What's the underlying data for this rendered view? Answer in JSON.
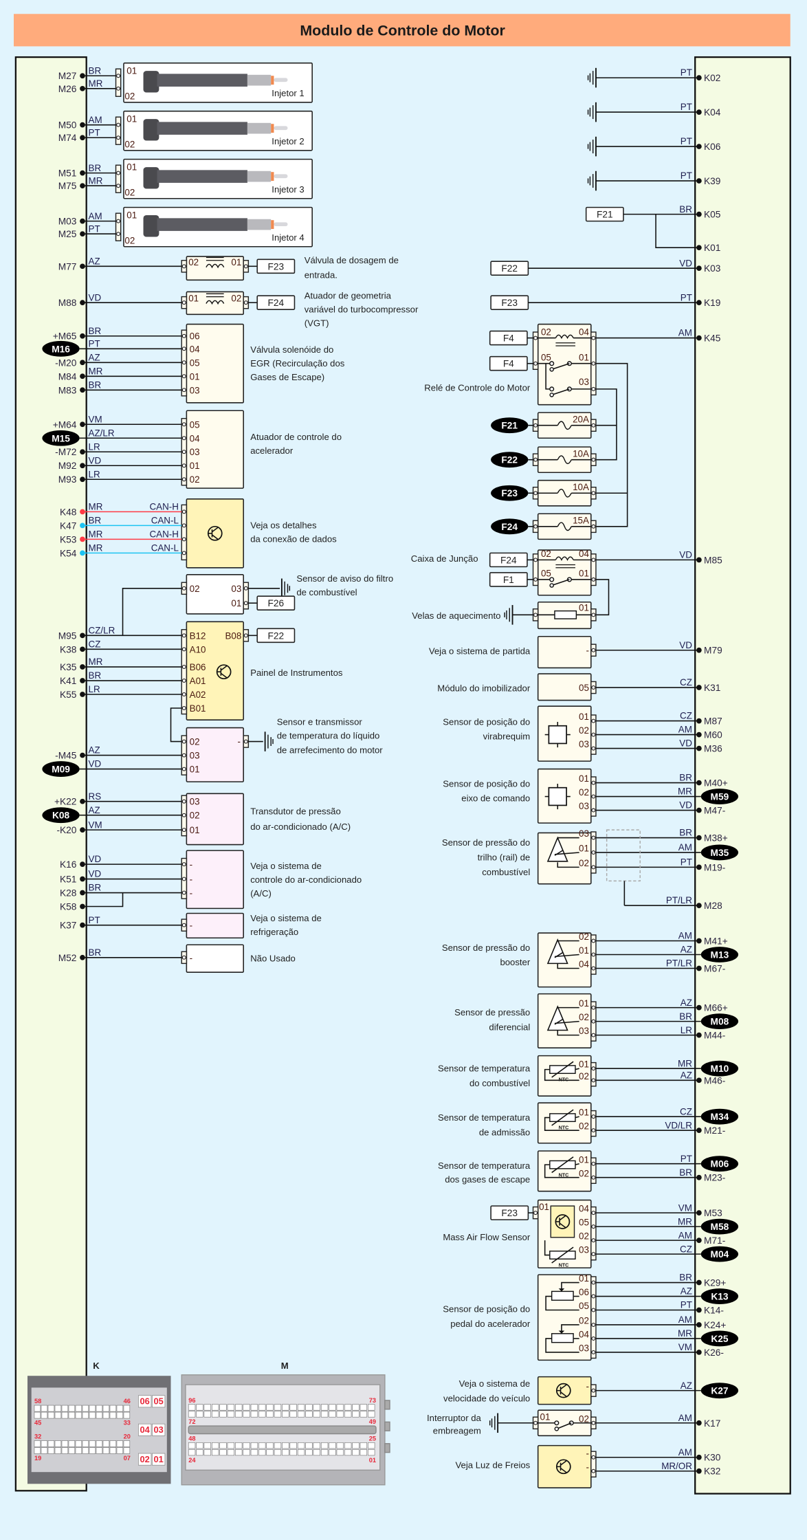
{
  "title": "Modulo de Controle do Motor",
  "colors": {
    "background": "#e1f4fd",
    "title_bar": "#ffab7c",
    "ecm_fill": "#f4fbe3",
    "box_cream": "#fffcee",
    "box_yellow": "#fff4b8",
    "box_pink": "#fdf0fa",
    "box_white": "#ffffff",
    "can_h": "#ff3b45",
    "can_l": "#1cc3f2",
    "wire": "#111111"
  },
  "left_components": [
    {
      "name": "injector-1",
      "label": [
        "Injetor 1"
      ],
      "pins": [
        {
          "ecm": "M27",
          "wire": "BR",
          "pin": "01"
        },
        {
          "ecm": "M26",
          "wire": "MR",
          "pin": "02"
        }
      ]
    },
    {
      "name": "injector-2",
      "label": [
        "Injetor 2"
      ],
      "pins": [
        {
          "ecm": "M50",
          "wire": "AM",
          "pin": "01"
        },
        {
          "ecm": "M74",
          "wire": "PT",
          "pin": "02"
        }
      ]
    },
    {
      "name": "injector-3",
      "label": [
        "Injetor 3"
      ],
      "pins": [
        {
          "ecm": "M51",
          "wire": "BR",
          "pin": "01"
        },
        {
          "ecm": "M75",
          "wire": "MR",
          "pin": "02"
        }
      ]
    },
    {
      "name": "injector-4",
      "label": [
        "Injetor 4"
      ],
      "pins": [
        {
          "ecm": "M03",
          "wire": "AM",
          "pin": "01"
        },
        {
          "ecm": "M25",
          "wire": "PT",
          "pin": "02"
        }
      ]
    },
    {
      "name": "metering-valve",
      "label": [
        "Válvula de dosagem de",
        "entrada."
      ],
      "pins": [
        {
          "ecm": "M77",
          "wire": "AZ",
          "pin": "02"
        }
      ],
      "right_pin": "01",
      "fuse": "F23"
    },
    {
      "name": "vgt-actuator",
      "label": [
        "Atuador de geometria",
        "variável do turbocompressor",
        "(VGT)"
      ],
      "pins": [
        {
          "ecm": "M88",
          "wire": "VD",
          "pin": "01"
        }
      ],
      "right_pin": "02",
      "fuse": "F24"
    },
    {
      "name": "egr-valve",
      "label": [
        "Válvula solenóide do",
        "EGR (Recirculação dos",
        "Gases de Escape)"
      ],
      "pins": [
        {
          "ecm": "+M65",
          "wire": "BR",
          "pin": "06"
        },
        {
          "ecm": "M16",
          "pill": true,
          "wire": "PT",
          "pin": "04"
        },
        {
          "ecm": "-M20",
          "wire": "AZ",
          "pin": "05"
        },
        {
          "ecm": "M84",
          "wire": "MR",
          "pin": "01"
        },
        {
          "ecm": "M83",
          "wire": "BR",
          "pin": "03"
        }
      ]
    },
    {
      "name": "throttle-actuator",
      "label": [
        "Atuador de controle do",
        "acelerador"
      ],
      "pins": [
        {
          "ecm": "+M64",
          "wire": "VM",
          "pin": "05"
        },
        {
          "ecm": "M15",
          "pill": true,
          "wire": "AZ/LR",
          "pin": "04"
        },
        {
          "ecm": "-M72",
          "wire": "LR",
          "pin": "03"
        },
        {
          "ecm": "M92",
          "wire": "VD",
          "pin": "01"
        },
        {
          "ecm": "M93",
          "wire": "LR",
          "pin": "02"
        }
      ]
    },
    {
      "name": "data-connection",
      "label": [
        "Veja os detalhes",
        "da conexão de dados"
      ],
      "pins": [
        {
          "ecm": "K48",
          "wire": "MR",
          "signal": "CAN-H",
          "line": "can_h"
        },
        {
          "ecm": "K47",
          "wire": "BR",
          "signal": "CAN-L",
          "line": "can_l"
        },
        {
          "ecm": "K53",
          "wire": "MR",
          "signal": "CAN-H",
          "line": "can_h"
        },
        {
          "ecm": "K54",
          "wire": "MR",
          "signal": "CAN-L",
          "line": "can_l"
        }
      ]
    },
    {
      "name": "fuel-filter-sensor",
      "label": [
        "Sensor de aviso do filtro",
        "de combustível"
      ],
      "pins": [
        {
          "pin": "02"
        }
      ],
      "right_pins": [
        "03",
        "01"
      ],
      "fuse": "F26"
    },
    {
      "name": "instrument-panel",
      "label": [
        "Painel de Instrumentos"
      ],
      "pins": [
        {
          "ecm": "M95",
          "wire": "CZ/LR",
          "pin": "B12"
        },
        {
          "ecm": "K38",
          "wire": "CZ",
          "pin": "A10"
        },
        {
          "ecm": "K35",
          "wire": "MR",
          "pin": "B06"
        },
        {
          "ecm": "K41",
          "wire": "BR",
          "pin": "A01"
        },
        {
          "ecm": "K55",
          "wire": "LR",
          "pin": "A02"
        },
        {
          "pin": "B01"
        }
      ],
      "right_pin": "B08",
      "fuse": "F22"
    },
    {
      "name": "coolant-temp-sensor",
      "label": [
        "Sensor e transmissor",
        "de temperatura do líquido",
        "de arrefecimento do motor"
      ],
      "pins": [
        {
          "pin": "02"
        },
        {
          "ecm": "-M45",
          "wire": "AZ",
          "pin": "03"
        },
        {
          "ecm": "M09",
          "pill": true,
          "wire": "VD",
          "pin": "01"
        }
      ],
      "right_pin": "-"
    },
    {
      "name": "ac-pressure-transducer",
      "label": [
        "Transdutor de pressão",
        "do ar-condicionado (A/C)"
      ],
      "pins": [
        {
          "ecm": "+K22",
          "wire": "RS",
          "pin": "03"
        },
        {
          "ecm": "K08",
          "pill": true,
          "wire": "AZ",
          "pin": "02"
        },
        {
          "ecm": "-K20",
          "wire": "VM",
          "pin": "01"
        }
      ]
    },
    {
      "name": "ac-control-system",
      "label": [
        "Veja o sistema de",
        "controle do ar-condicionado",
        "(A/C)"
      ],
      "pins": [
        {
          "ecm": "K16",
          "wire": "VD",
          "pin": "-"
        },
        {
          "ecm": "K51",
          "wire": "VD",
          "pin": "-"
        },
        {
          "ecm": "K28",
          "wire": "BR",
          "pin": "-"
        }
      ],
      "extra_pin": "K58"
    },
    {
      "name": "cooling-system",
      "label": [
        "Veja o sistema de",
        "refrigeração"
      ],
      "pins": [
        {
          "ecm": "K37",
          "wire": "PT",
          "pin": "-"
        }
      ]
    },
    {
      "name": "not-used",
      "label": [
        "Não Usado"
      ],
      "pins": [
        {
          "ecm": "M52",
          "wire": "BR",
          "pin": "-"
        }
      ]
    }
  ],
  "right_components": [
    {
      "name": "grounds",
      "pins": [
        {
          "ecm": "K02",
          "wire": "PT"
        },
        {
          "ecm": "K04",
          "wire": "PT"
        },
        {
          "ecm": "K06",
          "wire": "PT"
        },
        {
          "ecm": "K39",
          "wire": "PT"
        }
      ]
    },
    {
      "name": "f21-feed",
      "fuse": "F21",
      "pins": [
        {
          "ecm": "K05",
          "wire": "BR"
        },
        {
          "ecm": "K01",
          "wire": ""
        }
      ]
    },
    {
      "name": "f22-feed",
      "fuse": "F22",
      "pins": [
        {
          "ecm": "K03",
          "wire": "VD"
        }
      ]
    },
    {
      "name": "f23-feed",
      "fuse": "F23",
      "pins": [
        {
          "ecm": "K19",
          "wire": "PT"
        }
      ]
    },
    {
      "name": "engine-control-relay",
      "label": [
        "Relé de Controle do Motor"
      ],
      "inputs": [
        "F4",
        "F4"
      ],
      "left_pins": [
        "02",
        "05"
      ],
      "right_pins": [
        "04",
        "01",
        "03"
      ],
      "pins": [
        {
          "ecm": "K45",
          "wire": "AM"
        }
      ]
    },
    {
      "name": "fuses",
      "fuses": [
        {
          "id": "F21",
          "rating": "20A"
        },
        {
          "id": "F22",
          "rating": "10A"
        },
        {
          "id": "F23",
          "rating": "10A"
        },
        {
          "id": "F24",
          "rating": "15A"
        }
      ]
    },
    {
      "name": "junction-box",
      "label": [
        "Caixa de Junção"
      ],
      "inputs": [
        "F24",
        "F1"
      ],
      "left_pins": [
        "02",
        "05"
      ],
      "right_pins": [
        "04",
        "01"
      ],
      "pins": [
        {
          "ecm": "M85",
          "wire": "VD"
        }
      ]
    },
    {
      "name": "glow-plugs",
      "label": [
        "Velas de aquecimento"
      ],
      "right_pin": "01"
    },
    {
      "name": "starting-system",
      "label": [
        "Veja o sistema de partida"
      ],
      "pins": [
        {
          "ecm": "M79",
          "wire": "VD",
          "pin": "-"
        }
      ]
    },
    {
      "name": "immobilizer",
      "label": [
        "Módulo do imobilizador"
      ],
      "pins": [
        {
          "ecm": "K31",
          "wire": "CZ",
          "pin": "05"
        }
      ]
    },
    {
      "name": "crankshaft-sensor",
      "label": [
        "Sensor de posição do",
        "virabrequim"
      ],
      "pins": [
        {
          "ecm": "M87",
          "wire": "CZ",
          "pin": "01"
        },
        {
          "ecm": "M60",
          "wire": "AM",
          "pin": "02"
        },
        {
          "ecm": "M36",
          "wire": "VD",
          "pin": "03"
        }
      ]
    },
    {
      "name": "camshaft-sensor",
      "label": [
        "Sensor de posição do",
        "eixo de comando"
      ],
      "pins": [
        {
          "ecm": "M40+",
          "wire": "BR",
          "pin": "01"
        },
        {
          "ecm": "M59",
          "pill": true,
          "wire": "MR",
          "pin": "02"
        },
        {
          "ecm": "M47-",
          "wire": "VD",
          "pin": "03"
        }
      ]
    },
    {
      "name": "rail-pressure-sensor",
      "label": [
        "Sensor de pressão do",
        "trilho (rail) de",
        "combustível"
      ],
      "pins": [
        {
          "ecm": "M38+",
          "wire": "BR",
          "pin": "03"
        },
        {
          "ecm": "M35",
          "pill": true,
          "wire": "AM",
          "pin": "01"
        },
        {
          "ecm": "M19-",
          "wire": "PT",
          "pin": "02"
        }
      ],
      "shield": {
        "ecm": "M28",
        "wire": "PT/LR"
      }
    },
    {
      "name": "boost-pressure-sensor",
      "label": [
        "Sensor de pressão do",
        "booster"
      ],
      "pins": [
        {
          "ecm": "M41+",
          "wire": "AM",
          "pin": "02"
        },
        {
          "ecm": "M13",
          "pill": true,
          "wire": "AZ",
          "pin": "01"
        },
        {
          "ecm": "M67-",
          "wire": "PT/LR",
          "pin": "04"
        }
      ]
    },
    {
      "name": "differential-pressure-sensor",
      "label": [
        "Sensor de pressão",
        "diferencial"
      ],
      "pins": [
        {
          "ecm": "M66+",
          "wire": "AZ",
          "pin": "01"
        },
        {
          "ecm": "M08",
          "pill": true,
          "wire": "BR",
          "pin": "02"
        },
        {
          "ecm": "M44-",
          "wire": "LR",
          "pin": "03"
        }
      ]
    },
    {
      "name": "fuel-temp-sensor",
      "label": [
        "Sensor de temperatura",
        "do combustível"
      ],
      "ntc": "NTC",
      "pins": [
        {
          "ecm": "M10",
          "pill": true,
          "wire": "MR",
          "pin": "01"
        },
        {
          "ecm": "M46-",
          "wire": "AZ",
          "pin": "02"
        }
      ]
    },
    {
      "name": "intake-temp-sensor",
      "label": [
        "Sensor de temperatura",
        "de admissão"
      ],
      "ntc": "NTC",
      "pins": [
        {
          "ecm": "M34",
          "pill": true,
          "wire": "CZ",
          "pin": "01"
        },
        {
          "ecm": "M21-",
          "wire": "VD/LR",
          "pin": "02"
        }
      ]
    },
    {
      "name": "exhaust-temp-sensor",
      "label": [
        "Sensor de temperatura",
        "dos gases de escape"
      ],
      "ntc": "NTC",
      "pins": [
        {
          "ecm": "M06",
          "pill": true,
          "wire": "PT",
          "pin": "01"
        },
        {
          "ecm": "M23-",
          "wire": "BR",
          "pin": "02"
        }
      ]
    },
    {
      "name": "mass-air-flow-sensor",
      "label": [
        "Mass Air Flow Sensor"
      ],
      "ntc": "NTC",
      "fuse": "F23",
      "left_pin": "01",
      "pins": [
        {
          "ecm": "M53",
          "wire": "VM",
          "pin": "04"
        },
        {
          "ecm": "M58",
          "pill": true,
          "wire": "MR",
          "pin": "05"
        },
        {
          "ecm": "M71-",
          "wire": "AM",
          "pin": "02"
        },
        {
          "ecm": "M04",
          "pill": true,
          "wire": "CZ",
          "pin": "03"
        }
      ]
    },
    {
      "name": "pedal-position-sensor",
      "label": [
        "Sensor de posição do",
        "pedal do acelerador"
      ],
      "pins": [
        {
          "ecm": "K29+",
          "wire": "BR",
          "pin": "01"
        },
        {
          "ecm": "K13",
          "pill": true,
          "wire": "AZ",
          "pin": "06"
        },
        {
          "ecm": "K14-",
          "wire": "PT",
          "pin": "05"
        },
        {
          "ecm": "K24+",
          "wire": "AM",
          "pin": "02"
        },
        {
          "ecm": "K25",
          "pill": true,
          "wire": "MR",
          "pin": "04"
        },
        {
          "ecm": "K26-",
          "wire": "VM",
          "pin": "03"
        }
      ]
    },
    {
      "name": "vehicle-speed-system",
      "label": [
        "Veja o sistema de",
        "velocidade do veículo"
      ],
      "pins": [
        {
          "ecm": "K27",
          "pill": true,
          "wire": "AZ",
          "pin": "-"
        }
      ]
    },
    {
      "name": "clutch-switch",
      "label": [
        "Interruptor da",
        "embreagem"
      ],
      "left_pin": "01",
      "pins": [
        {
          "ecm": "K17",
          "wire": "AM",
          "pin": "02"
        }
      ]
    },
    {
      "name": "brake-lights",
      "label": [
        "Veja Luz de Freios"
      ],
      "pins": [
        {
          "ecm": "K30",
          "wire": "AM",
          "pin": "-"
        },
        {
          "ecm": "K32",
          "wire": "MR/OR",
          "pin": "-"
        }
      ]
    }
  ],
  "connectors": {
    "k": {
      "label": "K",
      "pin_numbers": [
        "58",
        "46",
        "45",
        "33",
        "32",
        "20",
        "19",
        "07"
      ],
      "large_pins": [
        "06",
        "05",
        "04",
        "03",
        "02",
        "01"
      ]
    },
    "m": {
      "label": "M",
      "pin_numbers": [
        "96",
        "73",
        "72",
        "49",
        "48",
        "25",
        "24",
        "01"
      ]
    }
  }
}
